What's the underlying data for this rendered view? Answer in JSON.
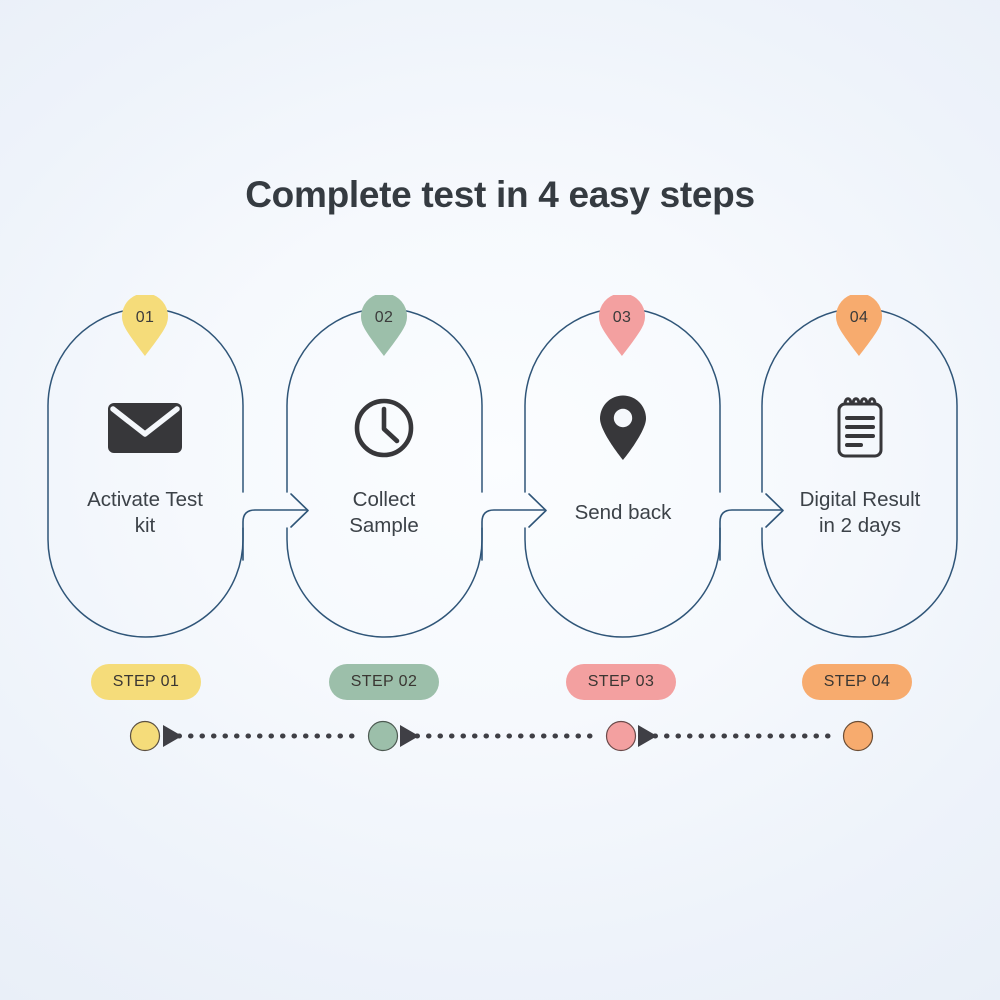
{
  "page": {
    "title": "Complete test in 4 easy steps",
    "background_color": "#eef3fa",
    "card_border_color": "#2f5578",
    "icon_color": "#37373a",
    "timeline_dot_color": "#3f3f45"
  },
  "steps": [
    {
      "number": "01",
      "label_line_1": "Activate Test",
      "label_line_2": "kit",
      "icon": "envelope-icon",
      "badge_label": "STEP 01",
      "color": "#f5dc7a",
      "marker_color": "#f5dc7a"
    },
    {
      "number": "02",
      "label_line_1": "Collect",
      "label_line_2": "Sample",
      "icon": "clock-icon",
      "badge_label": "STEP 02",
      "color": "#9cbfaa",
      "marker_color": "#9cbfaa"
    },
    {
      "number": "03",
      "label_line_1": "Send back",
      "label_line_2": "",
      "icon": "map-pin-icon",
      "badge_label": "STEP 03",
      "color": "#f3a0a0",
      "marker_color": "#f3a0a0"
    },
    {
      "number": "04",
      "label_line_1": "Digital Result",
      "label_line_2": "in 2 days",
      "icon": "notepad-icon",
      "badge_label": "STEP 04",
      "color": "#f7ab6e",
      "marker_color": "#f7ab6e"
    }
  ]
}
